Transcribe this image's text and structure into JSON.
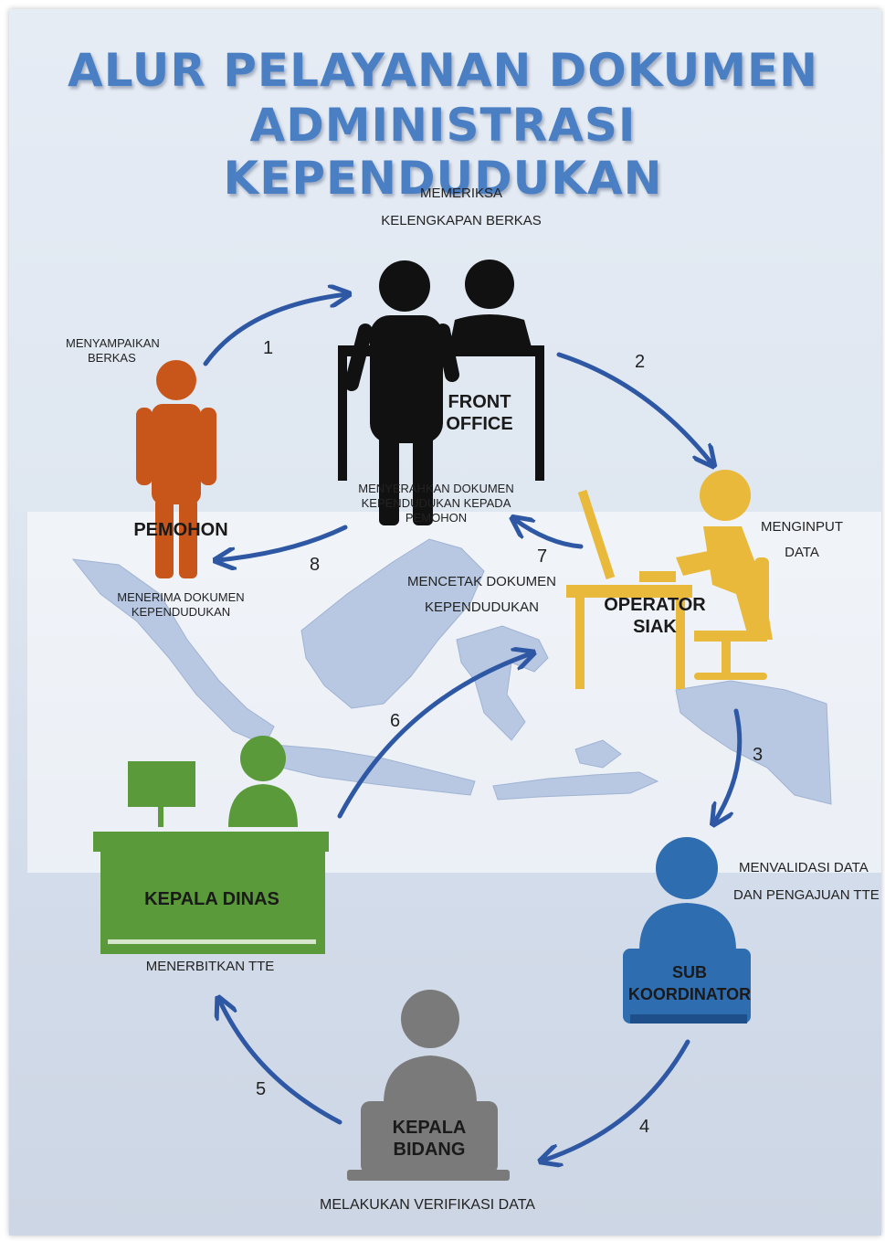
{
  "title": {
    "line1": "ALUR PELAYANAN DOKUMEN",
    "line2": "ADMINISTRASI KEPENDUDUKAN"
  },
  "roles": {
    "front_office_1": "FRONT",
    "front_office_2": "OFFICE",
    "pemohon": "PEMOHON",
    "operator_1": "OPERATOR",
    "operator_2": "SIAK",
    "sub_1": "SUB",
    "sub_2": "KOORDINATOR",
    "kepala_dinas": "KEPALA DINAS",
    "kepala_bidang_1": "KEPALA",
    "kepala_bidang_2": "BIDANG"
  },
  "labels": {
    "memeriksa_1": "MEMERIKSA",
    "memeriksa_2": "KELENGKAPAN BERKAS",
    "menyampaikan_1": "MENYAMPAIKAN",
    "menyampaikan_2": "BERKAS",
    "menyerahkan_1": "MENYERAHKAN DOKUMEN",
    "menyerahkan_2": "KEPENDUDUKAN KEPADA",
    "menyerahkan_3": "PEMOHON",
    "menginput_1": "MENGINPUT",
    "menginput_2": "DATA",
    "menerima_1": "MENERIMA DOKUMEN",
    "menerima_2": "KEPENDUDUKAN",
    "mencetak_1": "MENCETAK DOKUMEN",
    "mencetak_2": "KEPENDUDUKAN",
    "menvalidasi_1": "MENVALIDASI DATA",
    "menvalidasi_2": "DAN PENGAJUAN TTE",
    "menerbitkan": "MENERBITKAN TTE",
    "melakukan": "MELAKUKAN VERIFIKASI DATA"
  },
  "steps": [
    "1",
    "2",
    "3",
    "4",
    "5",
    "6",
    "7",
    "8"
  ],
  "colors": {
    "title": "#4a7fc3",
    "arrow": "#2f58a4",
    "front_office": "#111111",
    "pemohon": "#c8561a",
    "operator": "#e9b93b",
    "sub_koordinator": "#2f6db1",
    "kepala_dinas": "#5a9a3a",
    "kepala_bidang": "#7a7a7a",
    "map": "#b8c8e2"
  }
}
